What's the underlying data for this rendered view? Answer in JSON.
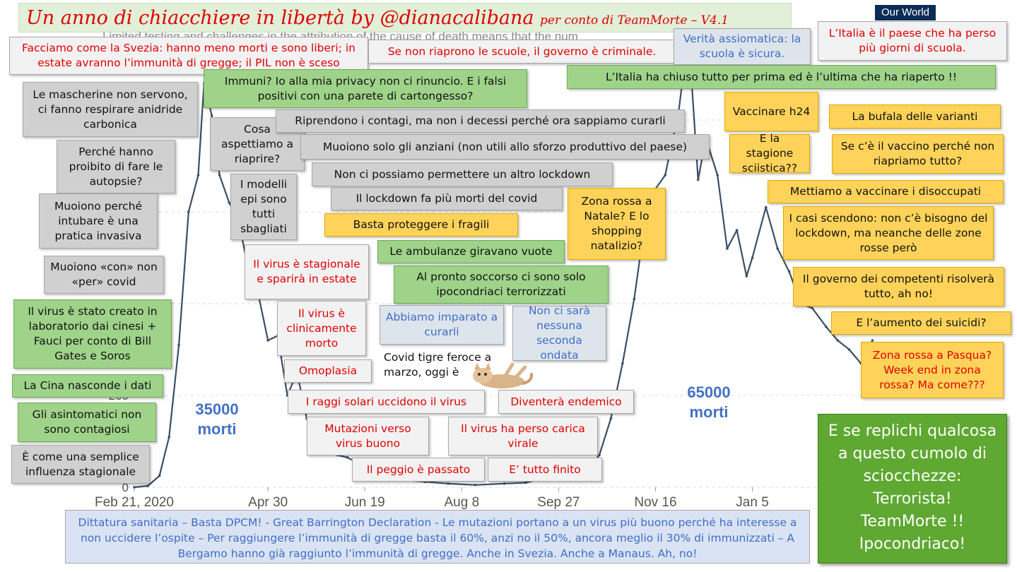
{
  "title": {
    "main": "Un anno di chiacchiere in libertà by @dianacalibana",
    "sub": "per conto di TeamMorte – V4.1"
  },
  "logo": "Our World",
  "background_text": "Limited testing and challenges in the attribution of the cause of death means that the num",
  "colors": {
    "line": "#3b4e66",
    "grid": "#dddddd",
    "axis_text": "#555555"
  },
  "chart_data": {
    "type": "line",
    "x_ticks": [
      "Feb 21, 2020",
      "Apr 30",
      "Jun 19",
      "Aug 8",
      "Sep 27",
      "Nov 16",
      "Jan 5"
    ],
    "y_ticks": [
      "0",
      "200"
    ],
    "xlim": [
      "2020-02-21",
      "2021-03-10"
    ],
    "ylim": [
      0,
      1000
    ],
    "series": [
      {
        "values": [
          [
            "2020-02-21",
            0
          ],
          [
            "2020-02-28",
            3
          ],
          [
            "2020-03-05",
            25
          ],
          [
            "2020-03-10",
            110
          ],
          [
            "2020-03-15",
            310
          ],
          [
            "2020-03-20",
            600
          ],
          [
            "2020-03-25",
            680
          ],
          [
            "2020-03-28",
            880
          ],
          [
            "2020-04-01",
            810
          ],
          [
            "2020-04-05",
            680
          ],
          [
            "2020-04-10",
            620
          ],
          [
            "2020-04-15",
            580
          ],
          [
            "2020-04-20",
            470
          ],
          [
            "2020-04-25",
            420
          ],
          [
            "2020-04-30",
            320
          ],
          [
            "2020-05-05",
            330
          ],
          [
            "2020-05-10",
            200
          ],
          [
            "2020-05-15",
            250
          ],
          [
            "2020-05-20",
            150
          ],
          [
            "2020-05-25",
            90
          ],
          [
            "2020-05-30",
            110
          ],
          [
            "2020-06-05",
            70
          ],
          [
            "2020-06-10",
            65
          ],
          [
            "2020-06-19",
            45
          ],
          [
            "2020-06-30",
            25
          ],
          [
            "2020-07-10",
            15
          ],
          [
            "2020-07-20",
            12
          ],
          [
            "2020-08-01",
            8
          ],
          [
            "2020-08-15",
            5
          ],
          [
            "2020-08-30",
            8
          ],
          [
            "2020-09-10",
            10
          ],
          [
            "2020-09-20",
            20
          ],
          [
            "2020-09-27",
            18
          ],
          [
            "2020-10-05",
            25
          ],
          [
            "2020-10-12",
            40
          ],
          [
            "2020-10-18",
            70
          ],
          [
            "2020-10-24",
            150
          ],
          [
            "2020-10-30",
            270
          ],
          [
            "2020-11-05",
            410
          ],
          [
            "2020-11-10",
            560
          ],
          [
            "2020-11-16",
            650
          ],
          [
            "2020-11-21",
            680
          ],
          [
            "2020-11-28",
            820
          ],
          [
            "2020-12-03",
            990
          ],
          [
            "2020-12-08",
            670
          ],
          [
            "2020-12-12",
            760
          ],
          [
            "2020-12-18",
            680
          ],
          [
            "2020-12-23",
            520
          ],
          [
            "2020-12-28",
            560
          ],
          [
            "2021-01-02",
            460
          ],
          [
            "2021-01-05",
            500
          ],
          [
            "2021-01-12",
            610
          ],
          [
            "2021-01-18",
            520
          ],
          [
            "2021-01-24",
            470
          ],
          [
            "2021-01-30",
            400
          ],
          [
            "2021-02-05",
            390
          ],
          [
            "2021-02-12",
            350
          ],
          [
            "2021-02-18",
            320
          ],
          [
            "2021-02-24",
            300
          ],
          [
            "2021-03-02",
            270
          ],
          [
            "2021-03-08",
            320
          ]
        ]
      }
    ]
  },
  "annotations": [
    {
      "id": "svezia",
      "text": "Facciamo come la Svezia: hanno  meno morti e sono liberi; in estate avranno l’immunità di gregge; il PIL non è sceso",
      "style": "red"
    },
    {
      "id": "scuole",
      "text": "Se non riaprono le scuole, il governo è criminale.",
      "style": "red"
    },
    {
      "id": "verita",
      "text": "Verità assiomatica: la scuola è sicura.",
      "style": "blue"
    },
    {
      "id": "italia_scuola",
      "text": "L’Italia è il paese che ha perso più giorni di scuola.",
      "style": "red"
    },
    {
      "id": "immuni",
      "text": "Immuni? Io alla mia privacy non ci rinuncio. E i falsi positivi con una parete di cartongesso?",
      "style": "green"
    },
    {
      "id": "chiuso",
      "text": "L’Italia ha chiuso tutto per prima ed è l’ultima che ha riaperto !!",
      "style": "green"
    },
    {
      "id": "mascherine",
      "text": "Le mascherine non servono, ci fanno respirare anidride carbonica",
      "style": "grey"
    },
    {
      "id": "cosa",
      "text": "Cosa aspettiamo a riaprire?",
      "style": "grey"
    },
    {
      "id": "riprendono",
      "text": "Riprendono i contagi, ma non i decessi perché ora sappiamo curarli",
      "style": "grey"
    },
    {
      "id": "vaccinare",
      "text": "Vaccinare h24",
      "style": "orange"
    },
    {
      "id": "bufala",
      "text": "La bufala delle varianti",
      "style": "orange"
    },
    {
      "id": "autopsie",
      "text": "Perché hanno proibito di fare le autopsie?",
      "style": "grey"
    },
    {
      "id": "anziani",
      "text": "Muoiono solo gli anziani (non utili allo sforzo produttivo del paese)",
      "style": "grey"
    },
    {
      "id": "sciistica",
      "text": "E la stagione sciistica??",
      "style": "orange"
    },
    {
      "id": "vaccino",
      "text": "Se c’è il vaccino perché non riapriamo tutto?",
      "style": "orange"
    },
    {
      "id": "permettere",
      "text": "Non ci possiamo permettere un altro lockdown",
      "style": "grey"
    },
    {
      "id": "modelli",
      "text": "I modelli epi sono tutti sbagliati",
      "style": "grey"
    },
    {
      "id": "lockdown",
      "text": "Il lockdown fa più morti del covid",
      "style": "grey"
    },
    {
      "id": "natale",
      "text": "Zona rossa a Natale? E lo shopping natalizio?",
      "style": "orange"
    },
    {
      "id": "disoccupati",
      "text": "Mettiamo a vaccinare i disoccupati",
      "style": "orange"
    },
    {
      "id": "intubare",
      "text": "Muoiono perché intubare è una pratica invasiva",
      "style": "grey"
    },
    {
      "id": "fragili",
      "text": "Basta proteggere i fragili",
      "style": "orange"
    },
    {
      "id": "casi",
      "text": "I casi scendono: non c’è bisogno del lockdown, ma neanche delle zone rosse però",
      "style": "orange"
    },
    {
      "id": "ambulanze",
      "text": "Le ambulanze giravano vuote",
      "style": "green"
    },
    {
      "id": "stagionale",
      "text": "Il virus è stagionale e sparirà in estate",
      "style": "red"
    },
    {
      "id": "con_per",
      "text": "Muoiono «con» non «per» covid",
      "style": "grey"
    },
    {
      "id": "pronto",
      "text": "Al pronto soccorso ci sono solo ipocondriaci terrorizzati",
      "style": "green"
    },
    {
      "id": "competenti",
      "text": "Il governo dei competenti risolverà tutto, ah no!",
      "style": "orange"
    },
    {
      "id": "laboratorio",
      "text": "Il virus è stato creato in laboratorio dai cinesi + Fauci per conto di Bill Gates e Soros",
      "style": "green"
    },
    {
      "id": "clinicamente",
      "text": "Il virus è clinicamente morto",
      "style": "red"
    },
    {
      "id": "imparato",
      "text": "Abbiamo imparato a curarli",
      "style": "blue"
    },
    {
      "id": "seconda",
      "text": "Non ci sarà nessuna seconda ondata",
      "style": "blue"
    },
    {
      "id": "suicidi",
      "text": "E l’aumento dei suicidi?",
      "style": "orange"
    },
    {
      "id": "tigre",
      "text": "Covid tigre feroce a marzo, oggi è",
      "style": "plain"
    },
    {
      "id": "pasqua",
      "text": "Zona rossa a  Pasqua? Week end in zona rossa? Ma come???",
      "style": "peach"
    },
    {
      "id": "omoplasia",
      "text": "Omoplasia",
      "style": "red"
    },
    {
      "id": "cina",
      "text": "La Cina nasconde i dati",
      "style": "green"
    },
    {
      "id": "raggi",
      "text": "I raggi solari uccidono il virus",
      "style": "red"
    },
    {
      "id": "endemico",
      "text": "Diventerà endemico",
      "style": "red"
    },
    {
      "id": "asintomatici",
      "text": "Gli asintomatici non sono contagiosi",
      "style": "green"
    },
    {
      "id": "mutazioni",
      "text": "Mutazioni verso virus buono",
      "style": "red"
    },
    {
      "id": "carica",
      "text": "Il virus ha perso carica virale",
      "style": "red"
    },
    {
      "id": "influenza",
      "text": "È come una semplice influenza stagionale",
      "style": "grey"
    },
    {
      "id": "peggio",
      "text": "Il peggio è passato",
      "style": "red"
    },
    {
      "id": "finito",
      "text": "E’ tutto finito",
      "style": "red"
    }
  ],
  "deaths": [
    {
      "id": "deaths_35000",
      "value": "35000",
      "unit": "morti"
    },
    {
      "id": "deaths_65000",
      "value": "65000",
      "unit": "morti"
    }
  ],
  "footer": "Dittatura sanitaria – Basta DPCM! - Great Barrington Declaration - Le mutazioni portano a un virus più buono perché ha interesse a non uccidere l’ospite – Per raggiungere l’immunità di gregge basta il 60%, anzi no il 50%, ancora meglio il 30% di immunizzati – A Bergamo hanno già raggiunto l’immunità di gregge. Anche in Svezia. Anche a Manaus. Ah, no!",
  "final_box": [
    "E se replichi qualcosa a questo cumolo di sciocchezze:",
    "Terrorista!",
    "TeamMorte !!",
    "Ipocondriaco!"
  ]
}
